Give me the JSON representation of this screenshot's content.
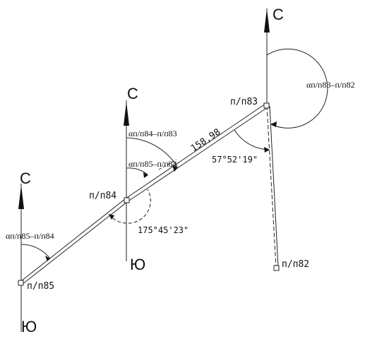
{
  "north_label": "С",
  "south_label": "Ю",
  "points": {
    "p85": "п/п85",
    "p84": "п/п84",
    "p83": "п/п83",
    "p82": "п/п82"
  },
  "angles": {
    "alpha_85_84_left": "αп/п85–п/п84",
    "alpha_84_83": "αп/п84–п/п83",
    "alpha_85_84_mid": "αп/п85–п/п84",
    "alpha_83_82": "αп/п83–п/п82",
    "angle_at_84": "175°45'23\"",
    "angle_at_83": "57°52'19\""
  },
  "distance_84_83": "158,98"
}
